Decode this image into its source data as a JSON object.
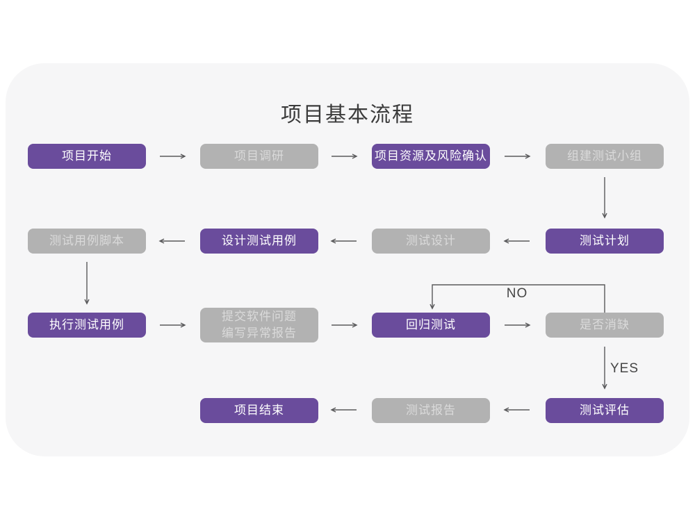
{
  "title": "项目基本流程",
  "labels": {
    "no": "NO",
    "yes": "YES"
  },
  "nodes": [
    {
      "id": "project-start",
      "label": "项目开始",
      "variant": "purple"
    },
    {
      "id": "project-research",
      "label": "项目调研",
      "variant": "gray"
    },
    {
      "id": "resources-risk",
      "label": "项目资源及风险确认",
      "variant": "purple"
    },
    {
      "id": "build-test-team",
      "label": "组建测试小组",
      "variant": "gray"
    },
    {
      "id": "test-plan",
      "label": "测试计划",
      "variant": "purple"
    },
    {
      "id": "test-design",
      "label": "测试设计",
      "variant": "gray"
    },
    {
      "id": "design-test-cases",
      "label": "设计测试用例",
      "variant": "purple"
    },
    {
      "id": "test-case-script",
      "label": "测试用例脚本",
      "variant": "gray"
    },
    {
      "id": "run-test-cases",
      "label": "执行测试用例",
      "variant": "purple"
    },
    {
      "id": "submit-issue-report",
      "label": "提交软件问题\n编写异常报告",
      "variant": "gray"
    },
    {
      "id": "regression-test",
      "label": "回归测试",
      "variant": "purple"
    },
    {
      "id": "defect-cleared",
      "label": "是否消缺",
      "variant": "gray"
    },
    {
      "id": "test-evaluation",
      "label": "测试评估",
      "variant": "purple"
    },
    {
      "id": "test-report",
      "label": "测试报告",
      "variant": "gray"
    },
    {
      "id": "project-end",
      "label": "项目结束",
      "variant": "purple"
    }
  ],
  "edges": [
    {
      "from": "project-start",
      "to": "project-research"
    },
    {
      "from": "project-research",
      "to": "resources-risk"
    },
    {
      "from": "resources-risk",
      "to": "build-test-team"
    },
    {
      "from": "build-test-team",
      "to": "test-plan"
    },
    {
      "from": "test-plan",
      "to": "test-design"
    },
    {
      "from": "test-design",
      "to": "design-test-cases"
    },
    {
      "from": "design-test-cases",
      "to": "test-case-script"
    },
    {
      "from": "test-case-script",
      "to": "run-test-cases"
    },
    {
      "from": "run-test-cases",
      "to": "submit-issue-report"
    },
    {
      "from": "submit-issue-report",
      "to": "regression-test"
    },
    {
      "from": "regression-test",
      "to": "defect-cleared"
    },
    {
      "from": "defect-cleared",
      "to": "regression-test",
      "label": "NO"
    },
    {
      "from": "defect-cleared",
      "to": "test-evaluation",
      "label": "YES"
    },
    {
      "from": "test-evaluation",
      "to": "test-report"
    },
    {
      "from": "test-report",
      "to": "project-end"
    }
  ],
  "colors": {
    "purple": "#6a4c9c",
    "purple-text": "#ffffff",
    "gray": "#b2b2b2",
    "gray-text": "#dadada",
    "card": "#f6f6f7",
    "page-bg": "#ffffff",
    "arrow": "#58585a",
    "title": "#3b3b3b",
    "label-text": "#454545"
  }
}
